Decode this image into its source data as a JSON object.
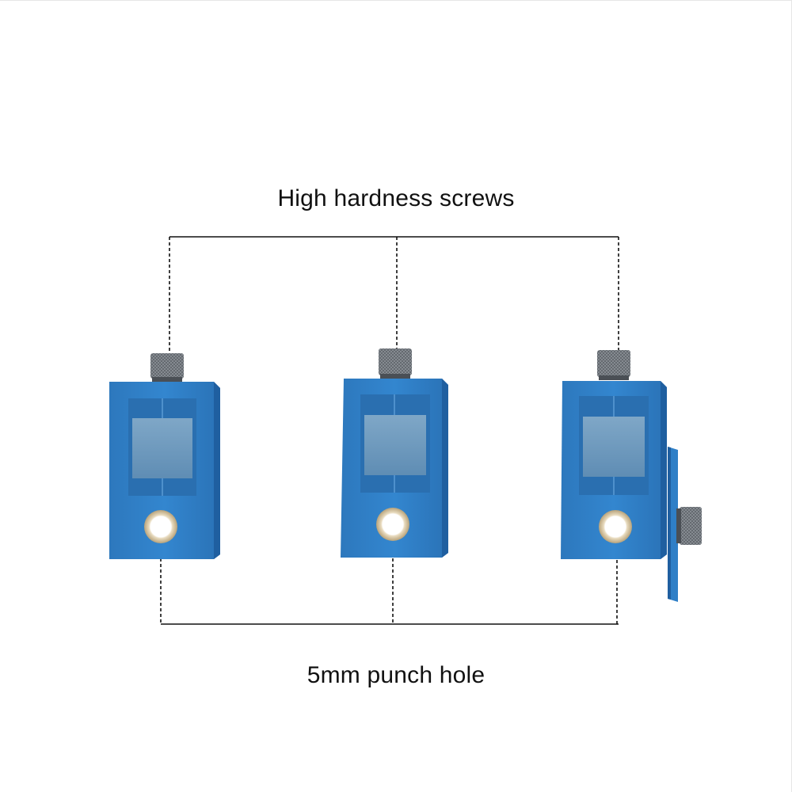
{
  "callouts": {
    "top": "High hardness screws",
    "bottom": "5mm punch hole"
  },
  "colors": {
    "body_blue": "#2f7fc7",
    "body_blue_dark": "#1f5fa0",
    "window": "#6c98bd",
    "screw": "#9aa0a6",
    "hole_ring": "#e9dcc0",
    "leader": "#111111",
    "background": "#ffffff"
  },
  "icons": {
    "tool": "blue-jig-block",
    "screw": "knurled-thumb-screw",
    "hole": "punch-hole"
  }
}
